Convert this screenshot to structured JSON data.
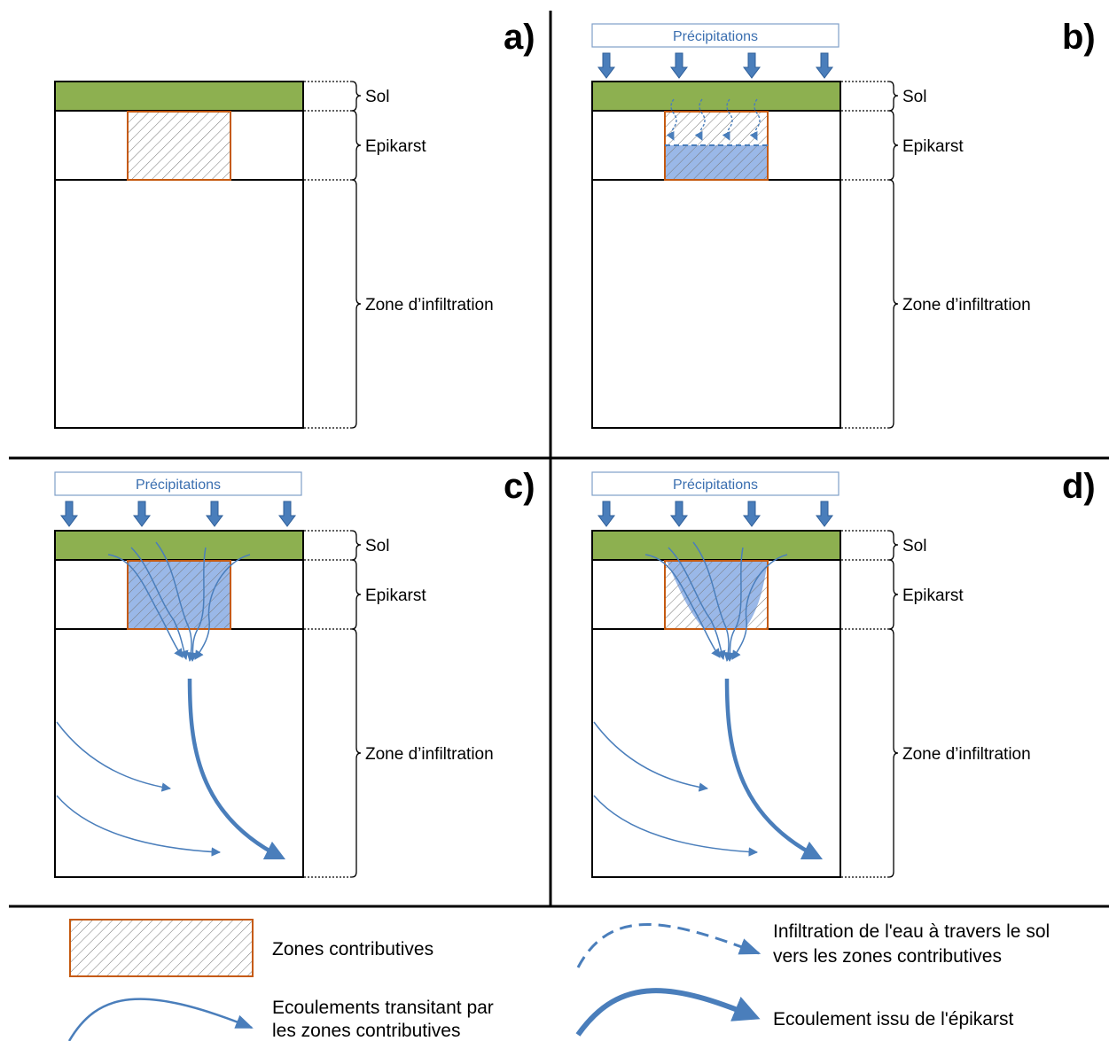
{
  "panels": [
    {
      "id": "a",
      "letter": "a)",
      "precipitation_label": null,
      "stage": "dry"
    },
    {
      "id": "b",
      "letter": "b)",
      "precipitation_label": "Précipitations",
      "stage": "infiltration"
    },
    {
      "id": "c",
      "letter": "c)",
      "precipitation_label": "Précipitations",
      "stage": "saturated-flow"
    },
    {
      "id": "d",
      "letter": "d)",
      "precipitation_label": "Précipitations",
      "stage": "partial-flow"
    }
  ],
  "layers": {
    "soil": "Sol",
    "epikarst": "Epikarst",
    "infiltration_zone": "Zone d’infiltration"
  },
  "legend": {
    "contributing_zones": "Zones contributives",
    "soil_infiltration_line1": "Infiltration de l'eau à travers le sol",
    "soil_infiltration_line2": "vers les zones contributives",
    "transit_flow_line1": "Ecoulements transitant par",
    "transit_flow_line2": "les zones contributives",
    "epikarst_flow": "Ecoulement issu de l'épikarst"
  },
  "colors": {
    "soil": "#8db050",
    "contributing_zone_border": "#c55a11",
    "water": "#4a7ebb",
    "water_fill": "#5b87d6",
    "precip_box_border": "#7f9fc8",
    "line": "#000000"
  }
}
